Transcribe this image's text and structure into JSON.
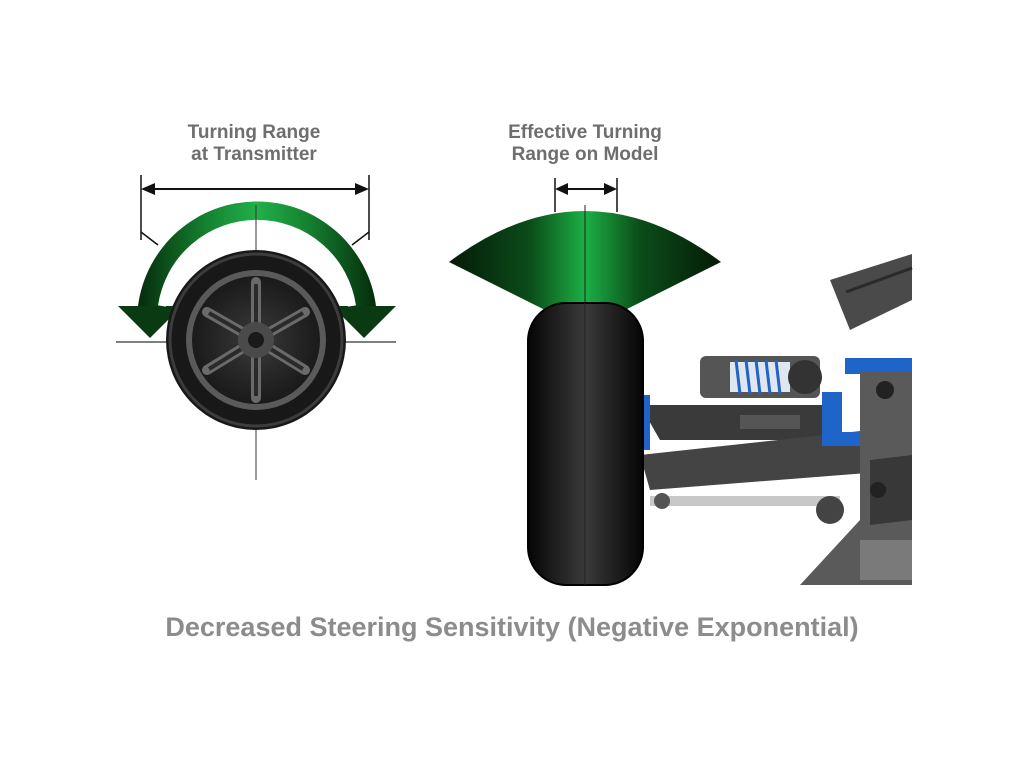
{
  "diagram": {
    "left_label_line1": "Turning Range",
    "left_label_line2": "at Transmitter",
    "right_label_line1": "Effective Turning",
    "right_label_line2": "Range on Model",
    "caption": "Decreased Steering Sensitivity (Negative Exponential)"
  },
  "colors": {
    "arc_green": "#1a9c3a",
    "arc_dark": "#062b0c",
    "tire": "#1c1c1c",
    "chassis_blue": "#1f64c8",
    "text_gray": "#6e6e6e",
    "caption_gray": "#8c8c8c"
  }
}
